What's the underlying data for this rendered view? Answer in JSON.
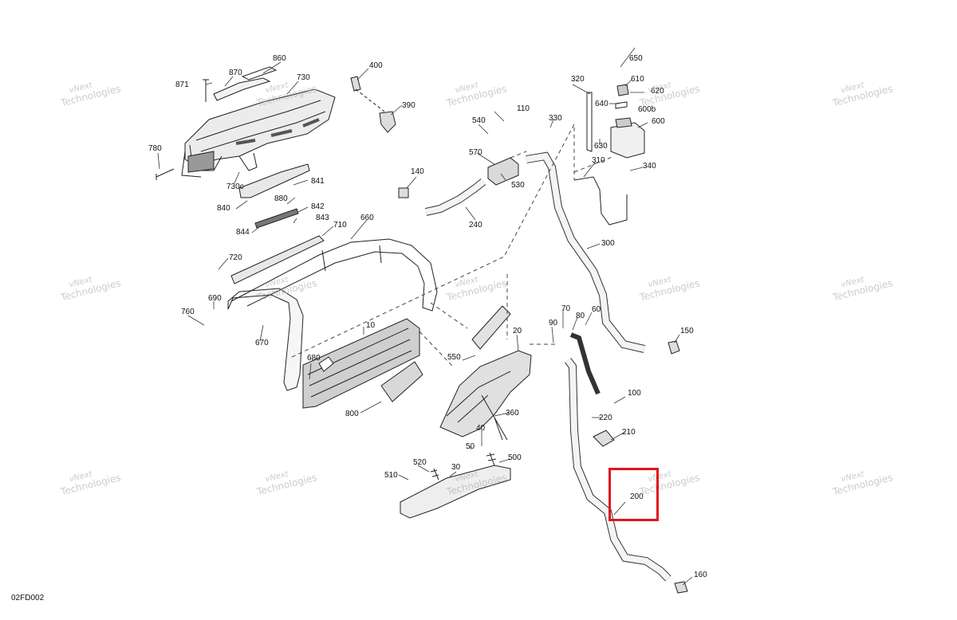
{
  "figure_code": "02FD002",
  "watermark": {
    "line1": "vNext",
    "line2": "Technologies"
  },
  "highlight_color": "#e0141e",
  "part_labels": {
    "p10": "10",
    "p20": "20",
    "p30": "30",
    "p40": "40",
    "p50": "50",
    "p60": "60",
    "p70": "70",
    "p80": "80",
    "p90": "90",
    "p100": "100",
    "p110": "110",
    "p140": "140",
    "p150": "150",
    "p160": "160",
    "p200": "200",
    "p210": "210",
    "p220": "220",
    "p240": "240",
    "p300": "300",
    "p310": "310",
    "p320": "320",
    "p330": "330",
    "p340": "340",
    "p360": "360",
    "p390": "390",
    "p400": "400",
    "p500": "500",
    "p510": "510",
    "p520": "520",
    "p530": "530",
    "p540": "540",
    "p550": "550",
    "p570": "570",
    "p600": "600",
    "p600b": "600b",
    "p610": "610",
    "p620": "620",
    "p630": "630",
    "p640": "640",
    "p650": "650",
    "p660": "660",
    "p670": "670",
    "p680": "680",
    "p690": "690",
    "p710": "710",
    "p720": "720",
    "p730": "730",
    "p730c": "730c",
    "p760": "760",
    "p780": "780",
    "p800": "800",
    "p840": "840",
    "p841": "841",
    "p842": "842",
    "p843": "843",
    "p844": "844",
    "p860": "860",
    "p870": "870",
    "p871": "871",
    "p880": "880"
  }
}
